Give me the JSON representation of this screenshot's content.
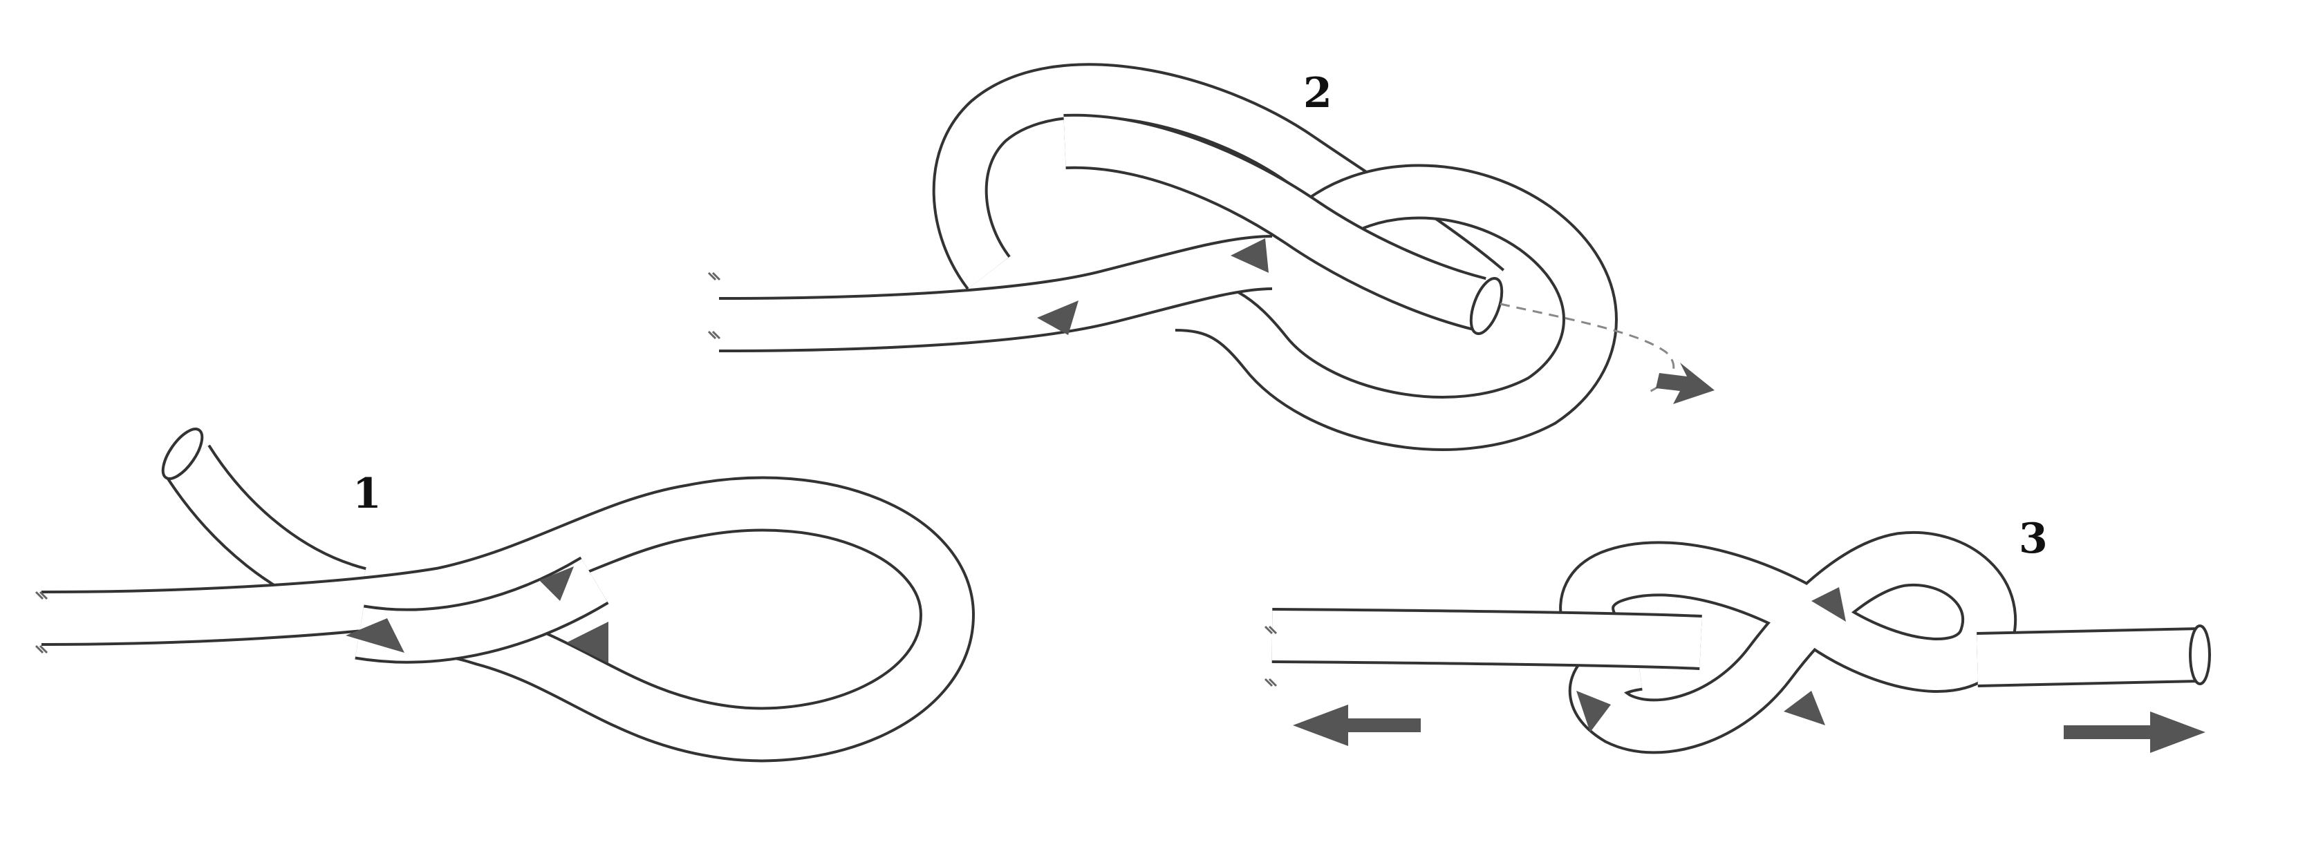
{
  "figure": {
    "steps": [
      {
        "label": "1"
      },
      {
        "label": "2"
      },
      {
        "label": "3"
      }
    ]
  }
}
